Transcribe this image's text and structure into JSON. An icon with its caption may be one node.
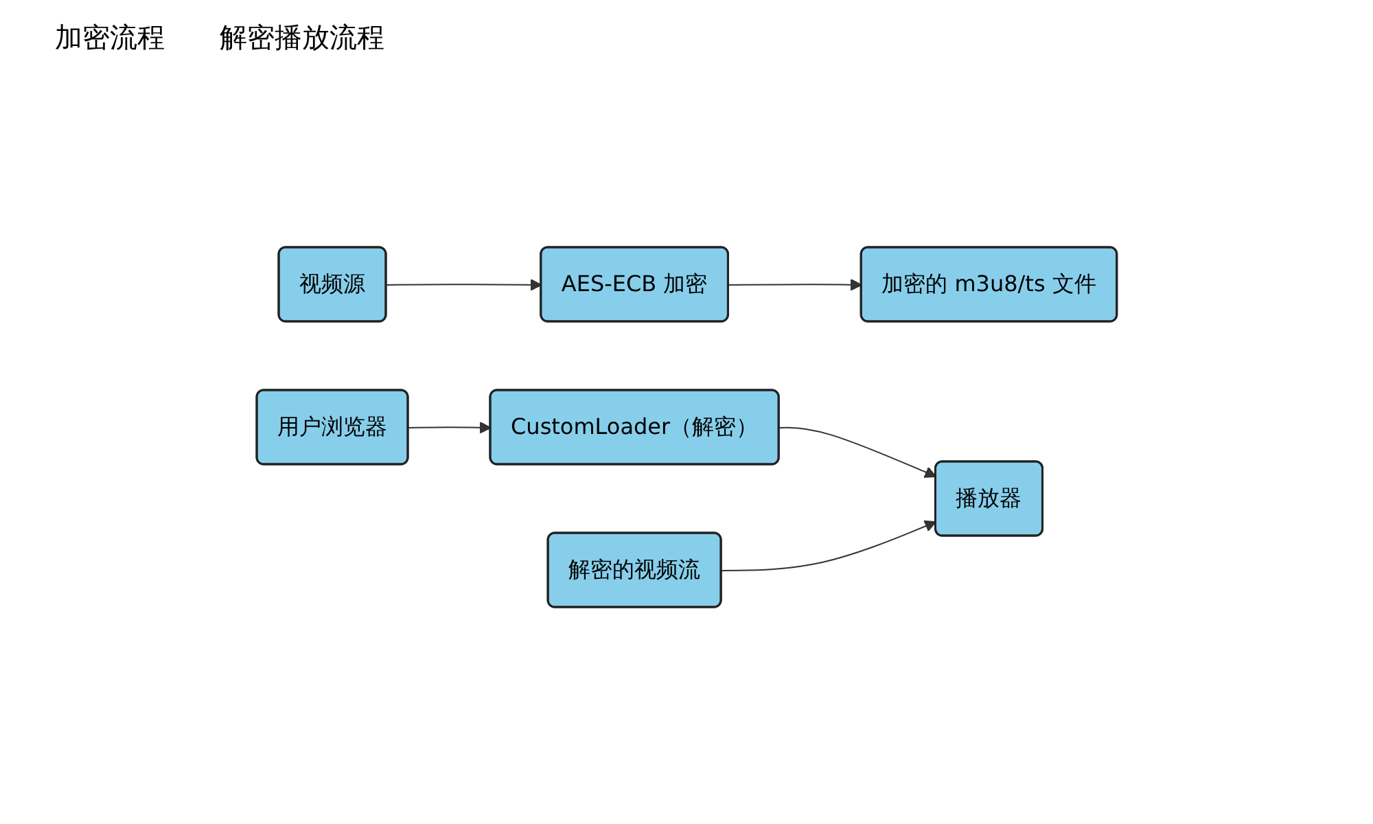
{
  "diagram": {
    "nodes": [
      {
        "text": [
          "视频源"
        ]
      },
      {
        "text": [
          "AES-ECB 加密"
        ]
      },
      {
        "text": [
          "加密的 m3u8/ts 文件"
        ]
      },
      {
        "text": [
          "用户浏览器"
        ]
      },
      {
        "text": [
          "CustomLoader（解密）"
        ]
      },
      {
        "text": [
          "播放器"
        ]
      },
      {
        "text": [
          "解密的视频流"
        ]
      }
    ],
    "edges": [
      {
        "from": 0,
        "to": 1,
        "arrow": "to"
      },
      {
        "from": 1,
        "to": 2,
        "arrow": "to"
      },
      {
        "from": 3,
        "to": 4,
        "arrow": "to"
      },
      {
        "from": 4,
        "to": 5,
        "arrow": "to"
      },
      {
        "from": 6,
        "to": 5,
        "arrow": "to"
      }
    ],
    "labels": [
      "加密流程",
      "解密播放流程"
    ]
  }
}
